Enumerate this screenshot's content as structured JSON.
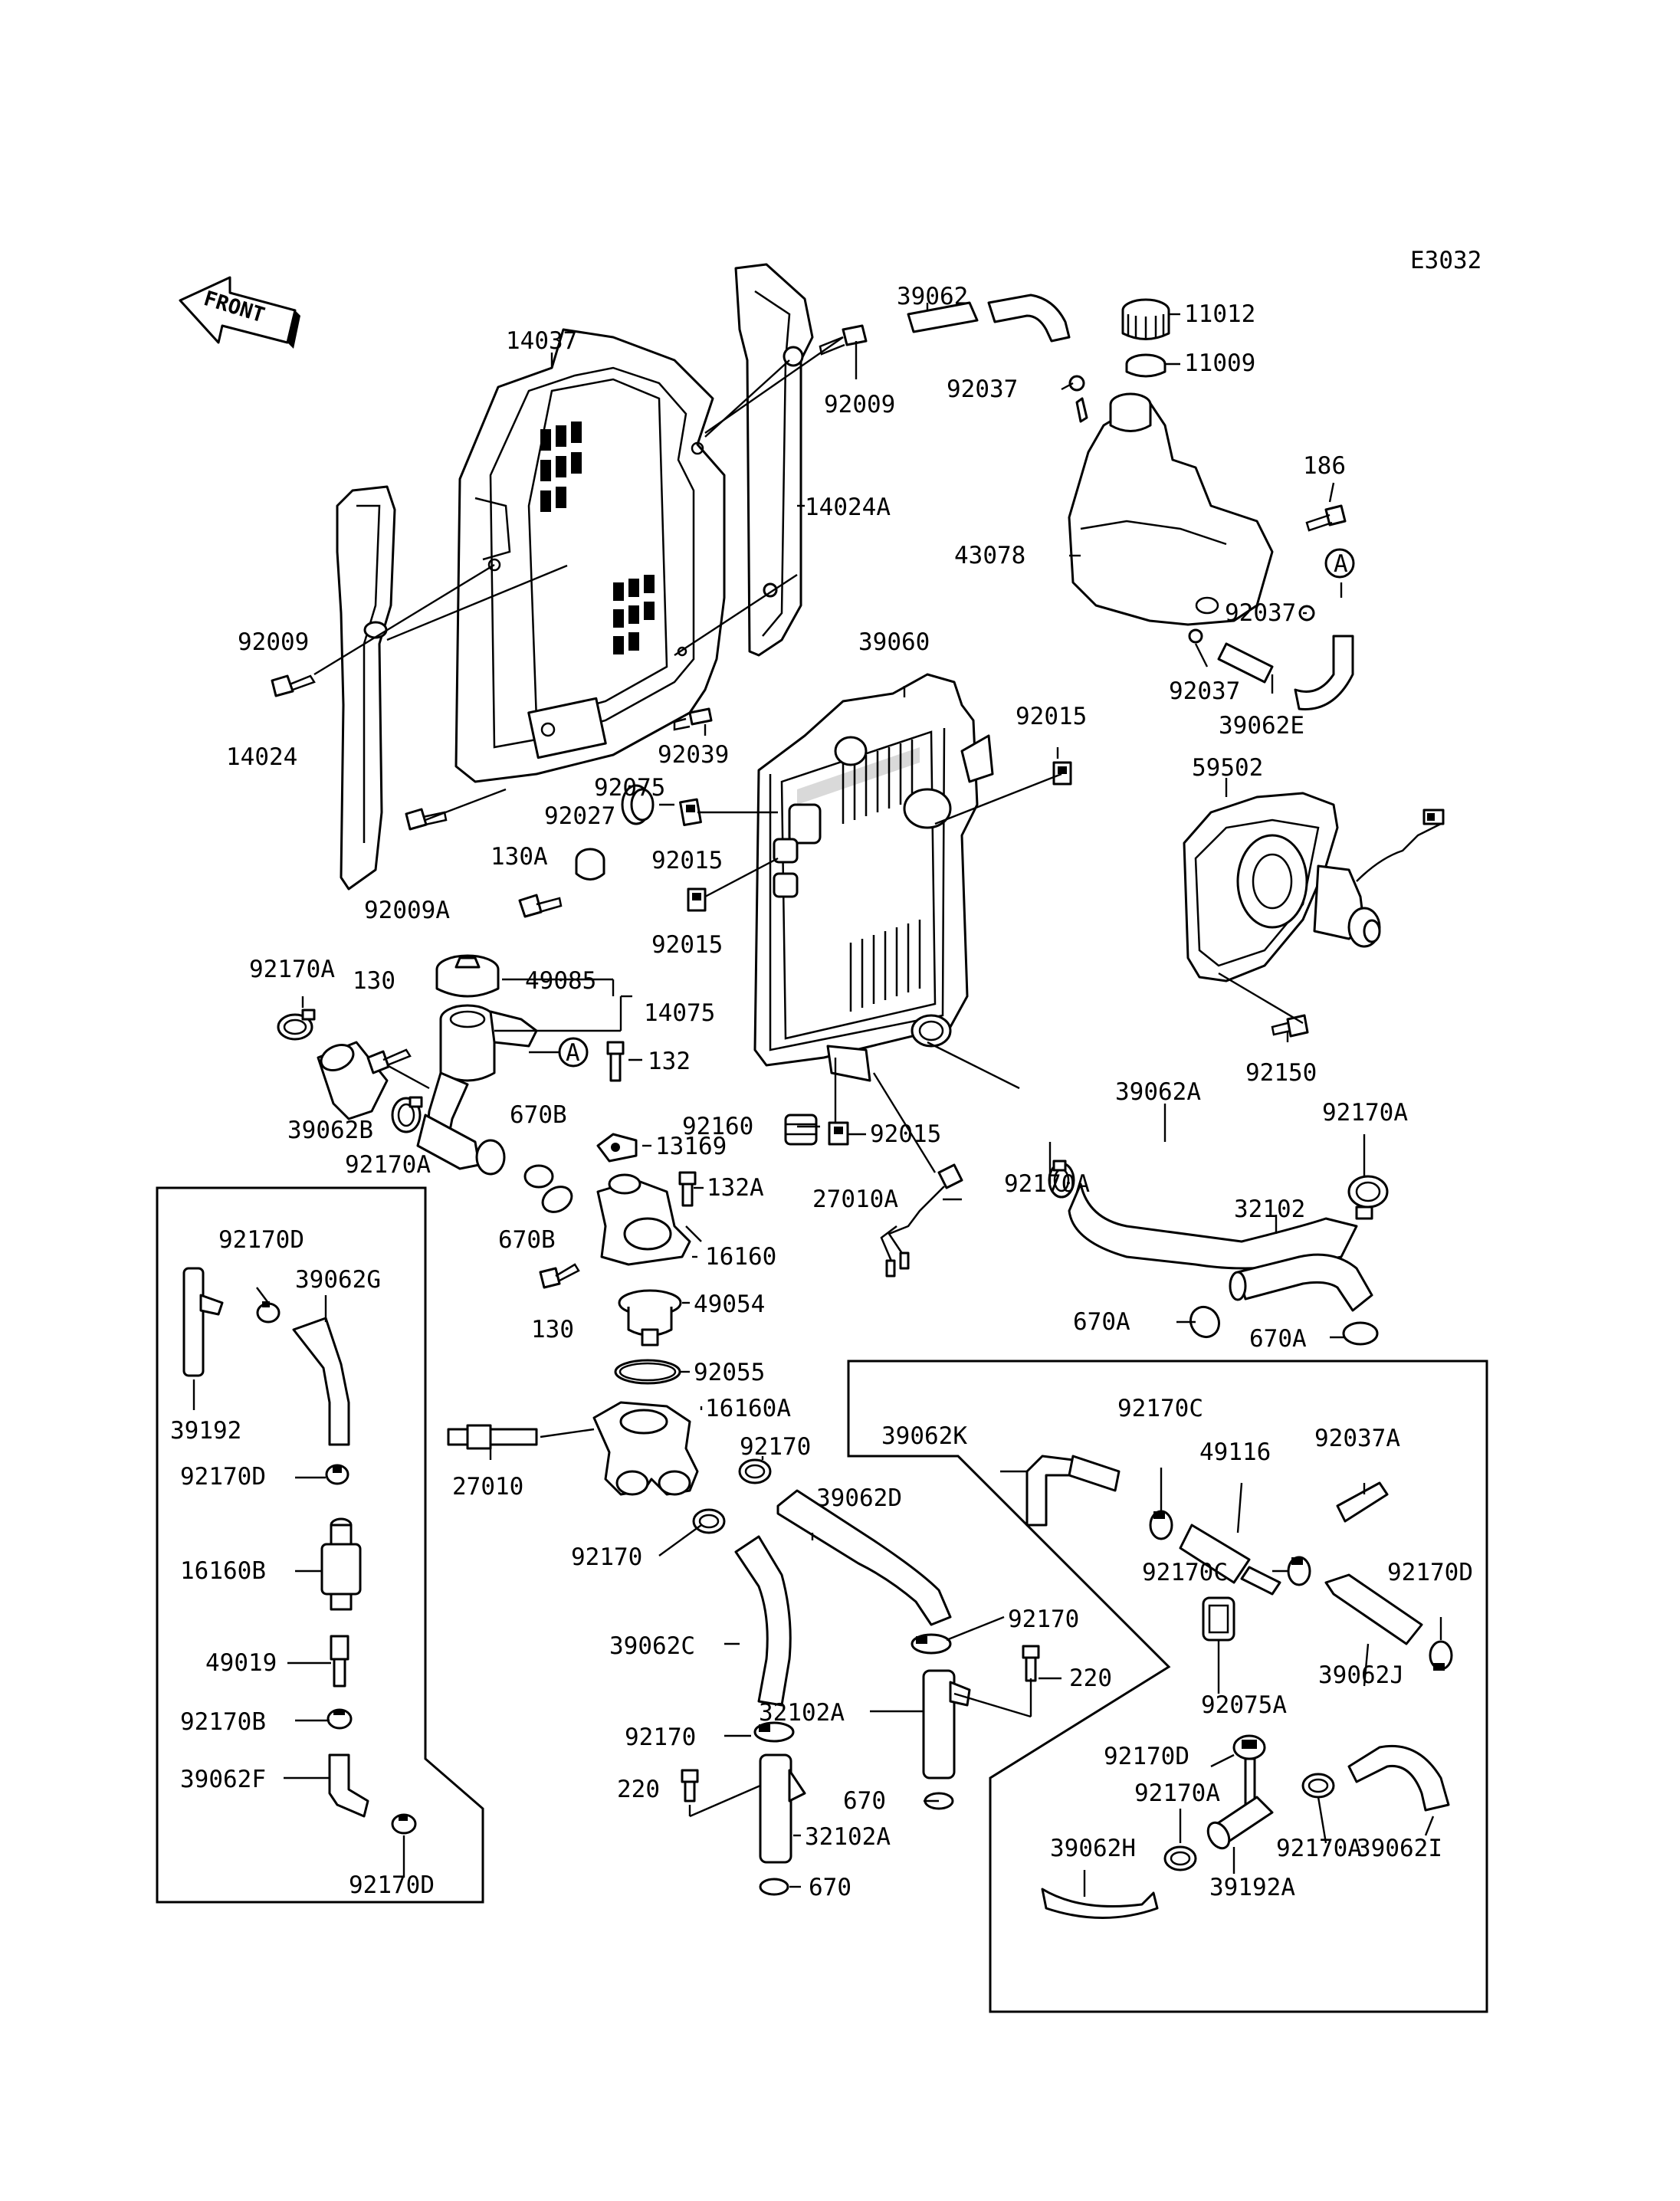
{
  "diagram_code": "E3032",
  "front_label": "FRONT",
  "ref_mark": "A",
  "labels": {
    "l39062": "39062",
    "l11012": "11012",
    "l11009": "11009",
    "l92037a": "92037",
    "l92009a": "92009",
    "l14037": "14037",
    "l14024A": "14024A",
    "l186": "186",
    "l43078": "43078",
    "l92037b": "92037",
    "l92037c": "92037",
    "l39062E": "39062E",
    "l92009b": "92009",
    "l39060": "39060",
    "l92015a": "92015",
    "l14024": "14024",
    "l92039": "92039",
    "l59502": "59502",
    "l92075": "92075",
    "l92027": "92027",
    "l92015b": "92015",
    "l130A": "130A",
    "l92009A": "92009A",
    "l92015c": "92015",
    "l92170Aa": "92170A",
    "l130a": "130",
    "l49085": "49085",
    "l14075": "14075",
    "l92150": "92150",
    "l132": "132",
    "l670Ba": "670B",
    "l39062A": "39062A",
    "l92170Ab": "92170A",
    "l92160": "92160",
    "l92015d": "92015",
    "l39062B": "39062B",
    "l13169": "13169",
    "l92170Ac": "92170A",
    "l92170Ad": "92170A",
    "l132A": "132A",
    "l27010A": "27010A",
    "l32102": "32102",
    "l92170Da": "92170D",
    "l670Bb": "670B",
    "l16160": "16160",
    "l39062G": "39062G",
    "l130b": "130",
    "l49054": "49054",
    "l670Aa": "670A",
    "l670Ab": "670A",
    "l92055": "92055",
    "l39192": "39192",
    "l16160A": "16160A",
    "l39062K": "39062K",
    "l92170C": "92170C",
    "l92037A": "92037A",
    "l49116": "49116",
    "l92170a": "92170",
    "l27010": "27010",
    "l92170Db": "92170D",
    "l39062D": "39062D",
    "l16160B": "16160B",
    "l92170b": "92170",
    "l92170Ca": "92170C",
    "l92170Dc": "92170D",
    "l39062C": "39062C",
    "l92170c": "92170",
    "l39062J": "39062J",
    "l49019": "49019",
    "l220a": "220",
    "l92075A": "92075A",
    "l92170B": "92170B",
    "l32102Aa": "32102A",
    "l92170d": "92170",
    "l92170Dd": "92170D",
    "l39062F": "39062F",
    "l220b": "220",
    "l670a": "670",
    "l92170Ae": "92170A",
    "l39062H": "39062H",
    "l39062I": "39062I",
    "l32102Ab": "32102A",
    "l92170Af": "92170A",
    "l670b": "670",
    "l39192A": "39192A",
    "l92170De": "92170D"
  }
}
